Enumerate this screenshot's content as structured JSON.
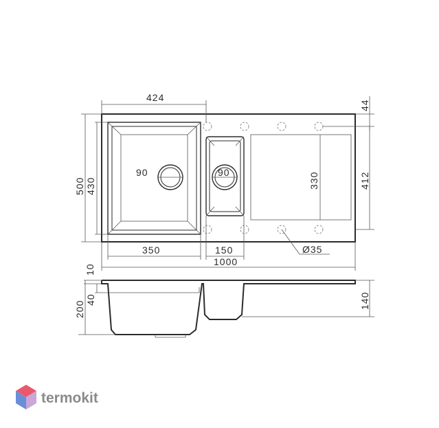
{
  "dimensions": {
    "top_width_bowl": "424",
    "right_offset_top": "44",
    "height_total": "500",
    "height_inner": "430",
    "drain_large": "90",
    "drain_small": "90",
    "inner_height_drainer": "330",
    "height_412": "412",
    "bowl_large_width": "350",
    "bowl_small_width": "150",
    "hole_diameter": "Ø35",
    "total_width": "1000",
    "rim_thickness": "10",
    "depth_total": "200",
    "depth_40": "40",
    "depth_small": "140"
  },
  "brand": {
    "name": "termokit",
    "colors": {
      "top": "#e9586c",
      "left": "#6a8fd8",
      "right": "#c9a7d6"
    }
  }
}
